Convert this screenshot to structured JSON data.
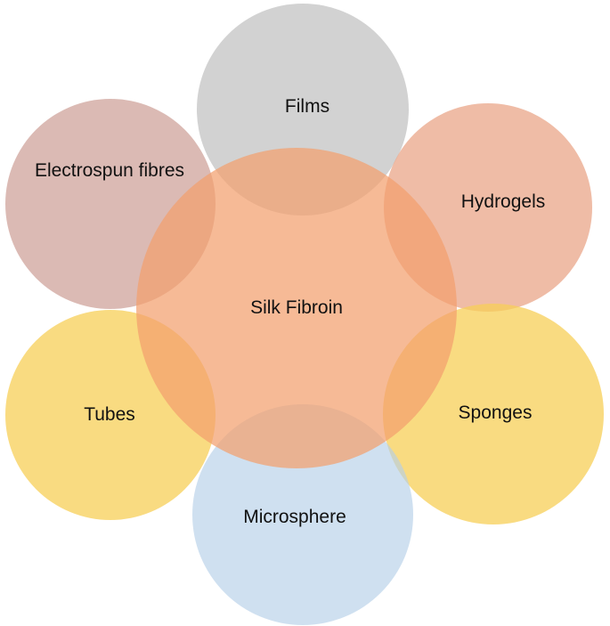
{
  "diagram": {
    "center": {
      "label": "Silk Fibroin",
      "color": "#f2a06e"
    },
    "satellites": [
      {
        "key": "films",
        "label": "Films",
        "color": "#c3c3c3"
      },
      {
        "key": "hydrogels",
        "label": "Hydrogels",
        "color": "#e9a688"
      },
      {
        "key": "sponges",
        "label": "Sponges",
        "color": "#f7cf57"
      },
      {
        "key": "microsphere",
        "label": "Microsphere",
        "color": "#b5cfe8"
      },
      {
        "key": "tubes",
        "label": "Tubes",
        "color": "#f7cf57"
      },
      {
        "key": "electrospun",
        "label": "Electrospun fibres",
        "color": "#cfa39b"
      }
    ]
  }
}
